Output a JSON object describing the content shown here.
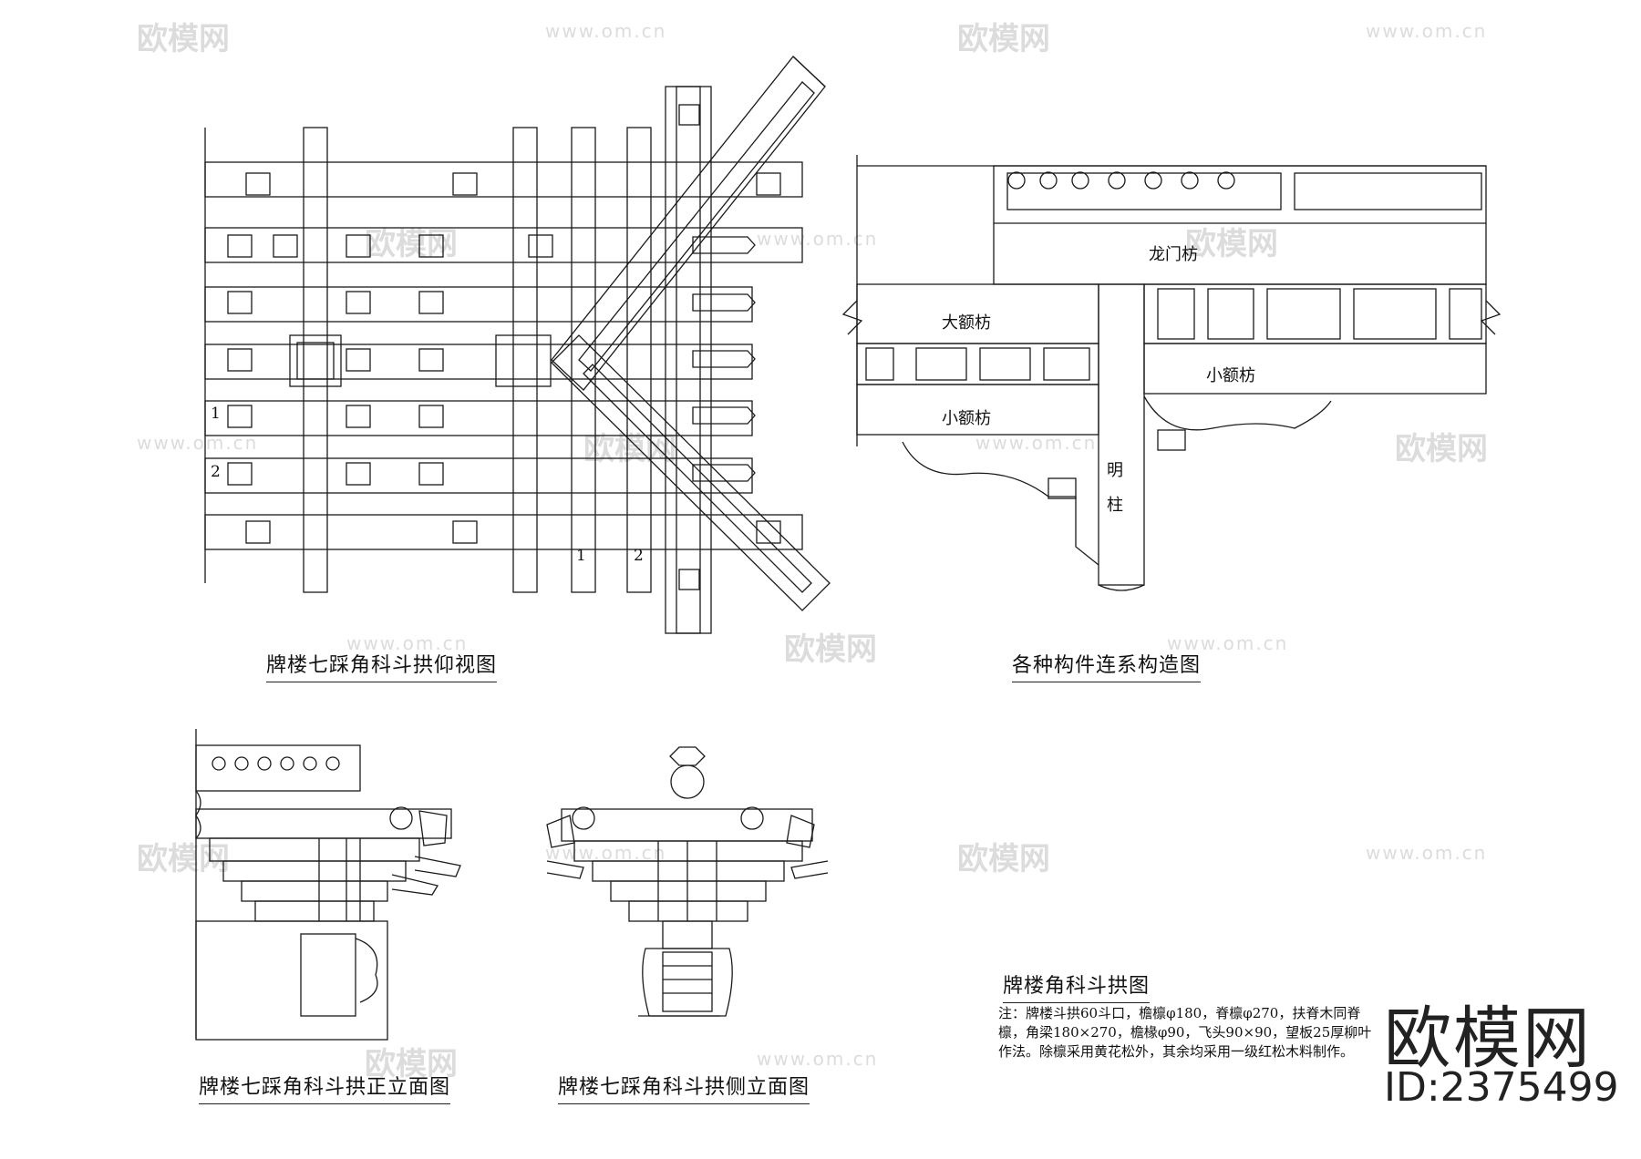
{
  "diagrams": {
    "bottom_view": {
      "title": "牌楼七踩角科斗拱仰视图",
      "numbers": [
        "1",
        "2",
        "1",
        "2"
      ]
    },
    "connection": {
      "title": "各种构件连系构造图",
      "labels": {
        "longmen": "龙门枋",
        "da_e": "大额枋",
        "xiao_e_left": "小额枋",
        "xiao_e_right": "小额枋",
        "ming_1": "明",
        "ming_2": "柱"
      }
    },
    "front_elevation": {
      "title": "牌楼七踩角科斗拱正立面图"
    },
    "side_elevation": {
      "title": "牌楼七踩角科斗拱侧立面图"
    },
    "legend": {
      "title": "牌楼角科斗拱图",
      "note": "注：牌楼斗拱60斗口，檐檩φ180，脊檩φ270，扶脊木同脊檩，角梁180×270，檐椽φ90，飞头90×90，望板25厚柳叶作法。除檩采用黄花松外，其余均采用一级红松木料制作。"
    }
  },
  "watermark": {
    "text": "欧模网",
    "url": "www.om.cn"
  },
  "branding": {
    "name": "欧模网",
    "id": "ID:2375499"
  }
}
